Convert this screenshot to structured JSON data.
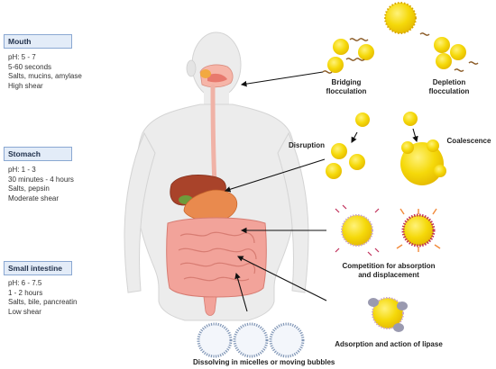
{
  "stages": [
    {
      "name": "Mouth",
      "ph": "pH: 5 - 7",
      "time": "5-60 seconds",
      "components": "Salts, mucins, amylase",
      "shear": "High shear"
    },
    {
      "name": "Stomach",
      "ph": "pH: 1 - 3",
      "time": "30 minutes - 4 hours",
      "components": "Salts, pepsin",
      "shear": "Moderate shear"
    },
    {
      "name": "Small intestine",
      "ph": "pH: 6 - 7.5",
      "time": "1 - 2 hours",
      "components": "Salts, bile, pancreatin",
      "shear": "Low shear"
    }
  ],
  "mechanisms": {
    "bridging": [
      "Bridging",
      "flocculation"
    ],
    "depletion": [
      "Depletion",
      "flocculation"
    ],
    "disruption": "Disruption",
    "coalescence": "Coalescence",
    "competition": [
      "Competition for absorption",
      "and displacement"
    ],
    "lipase": "Adsorption and action of lipase",
    "micelles": "Dissolving in micelles or moving bubbles"
  },
  "colors": {
    "droplet": "#f5d90a",
    "droplet_edge": "#e2b500",
    "body": "#ececec",
    "intestine": "#f2a39a",
    "stomach": "#e98a4e",
    "liver": "#a9432a",
    "box_fill": "#e3ecf8",
    "box_border": "#8aa8d2"
  }
}
